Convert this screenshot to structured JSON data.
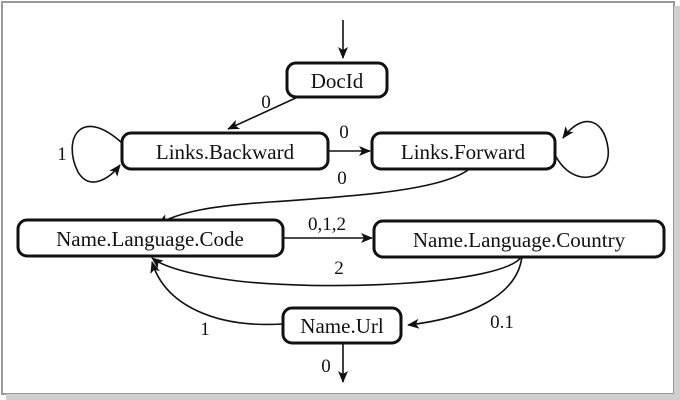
{
  "nodes": {
    "docid": "DocId",
    "links_backward": "Links.Backward",
    "links_forward": "Links.Forward",
    "name_language_code": "Name.Language.Code",
    "name_language_country": "Name.Language.Country",
    "name_url": "Name.Url"
  },
  "edges": {
    "docid_to_backward": "0",
    "backward_self": "1",
    "backward_to_forward": "0",
    "forward_to_code": "0",
    "code_to_country": "0,1,2",
    "country_to_code": "2",
    "country_to_url": "0.1",
    "url_to_code": "1",
    "url_exit": "0"
  },
  "colors": {
    "stroke": "#111111",
    "background": "#ffffff"
  }
}
